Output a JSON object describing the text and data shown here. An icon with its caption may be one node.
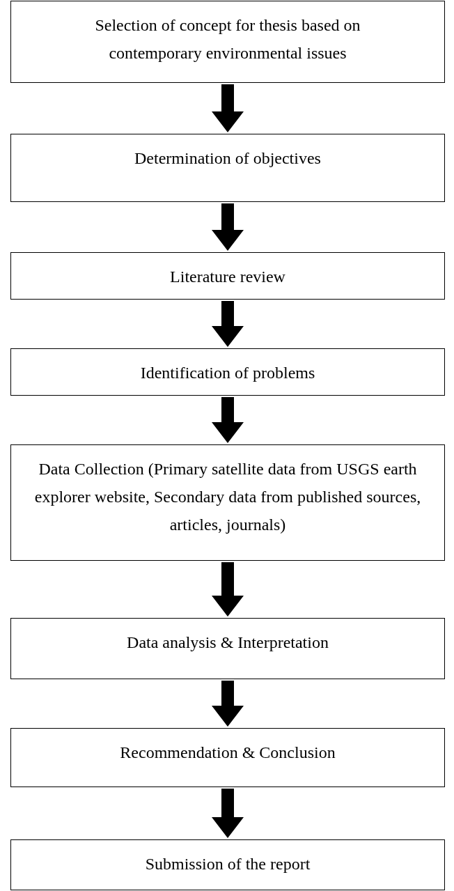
{
  "diagram": {
    "nodes": [
      {
        "text": [
          "Selection of concept for thesis based on contemporary environmental issues"
        ]
      },
      {
        "text": [
          "Determination of objectives"
        ]
      },
      {
        "text": [
          "Literature review"
        ]
      },
      {
        "text": [
          "Identification of problems"
        ]
      },
      {
        "text": [
          "Data Collection (Primary satellite data from USGS earth explorer website, Secondary data from published sources, articles, journals)"
        ]
      },
      {
        "text": [
          "Data analysis & Interpretation"
        ]
      },
      {
        "text": [
          "Recommendation & Conclusion"
        ]
      },
      {
        "text": [
          "Submission of the report"
        ]
      }
    ],
    "edges": [
      {
        "from": 0,
        "to": 1,
        "arrow": "to",
        "style": "thick"
      },
      {
        "from": 1,
        "to": 2,
        "arrow": "to",
        "style": "thick"
      },
      {
        "from": 2,
        "to": 3,
        "arrow": "to",
        "style": "thick"
      },
      {
        "from": 3,
        "to": 4,
        "arrow": "to",
        "style": "thick"
      },
      {
        "from": 4,
        "to": 5,
        "arrow": "to",
        "style": "thick"
      },
      {
        "from": 5,
        "to": 6,
        "arrow": "to",
        "style": "thick"
      },
      {
        "from": 6,
        "to": 7,
        "arrow": "to",
        "style": "thick"
      }
    ]
  }
}
